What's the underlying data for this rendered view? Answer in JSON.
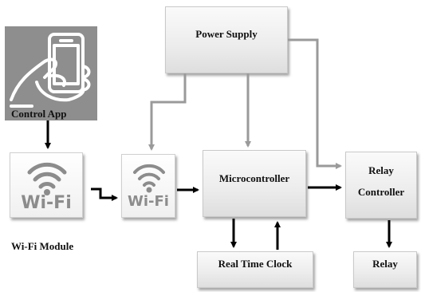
{
  "blocks": {
    "power_supply": "Power Supply",
    "microcontroller": "Microcontroller",
    "relay_controller_line1": "Relay",
    "relay_controller_line2": "Controller",
    "real_time_clock": "Real Time Clock",
    "relay": "Relay"
  },
  "control_app": {
    "label": "Control App",
    "icon": "hand-holding-phone-icon"
  },
  "wifi": {
    "module_label": "Wi-Fi Module",
    "logo_text": "Wi-Fi",
    "icon": "wifi-signal-icon"
  },
  "colors": {
    "arrow_dark": "#000000",
    "arrow_gray": "#9a9a9a",
    "tile_gray": "#8e8e8e"
  }
}
